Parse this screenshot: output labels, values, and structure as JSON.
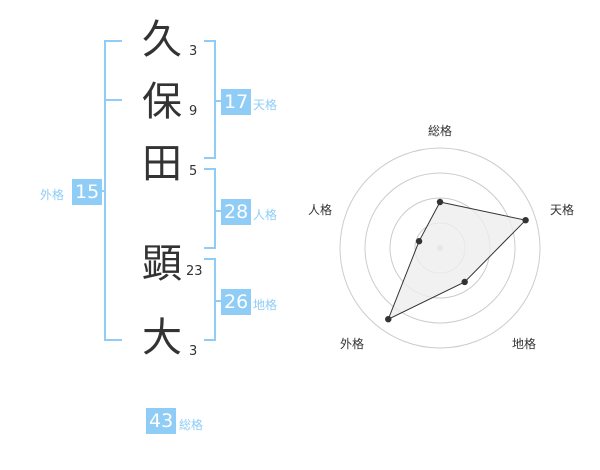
{
  "name": {
    "chars": [
      "久",
      "保",
      "田",
      "顕",
      "大"
    ],
    "strokes": [
      "3",
      "9",
      "5",
      "23",
      "3"
    ]
  },
  "grades": {
    "ten": {
      "value": "17",
      "label": "天格"
    },
    "jin": {
      "value": "28",
      "label": "人格"
    },
    "chi": {
      "value": "26",
      "label": "地格"
    },
    "gai": {
      "value": "15",
      "label": "外格"
    },
    "sou": {
      "value": "43",
      "label": "総格"
    }
  },
  "radar": {
    "axes": [
      "総格",
      "天格",
      "地格",
      "外格",
      "人格"
    ],
    "levels": 4,
    "values": [
      0.46,
      0.9,
      0.42,
      0.88,
      0.22
    ],
    "colors": {
      "accent": "#8fcdf6",
      "grid": "#cccccc",
      "fill": "#eeeeee",
      "point": "#333333"
    }
  }
}
